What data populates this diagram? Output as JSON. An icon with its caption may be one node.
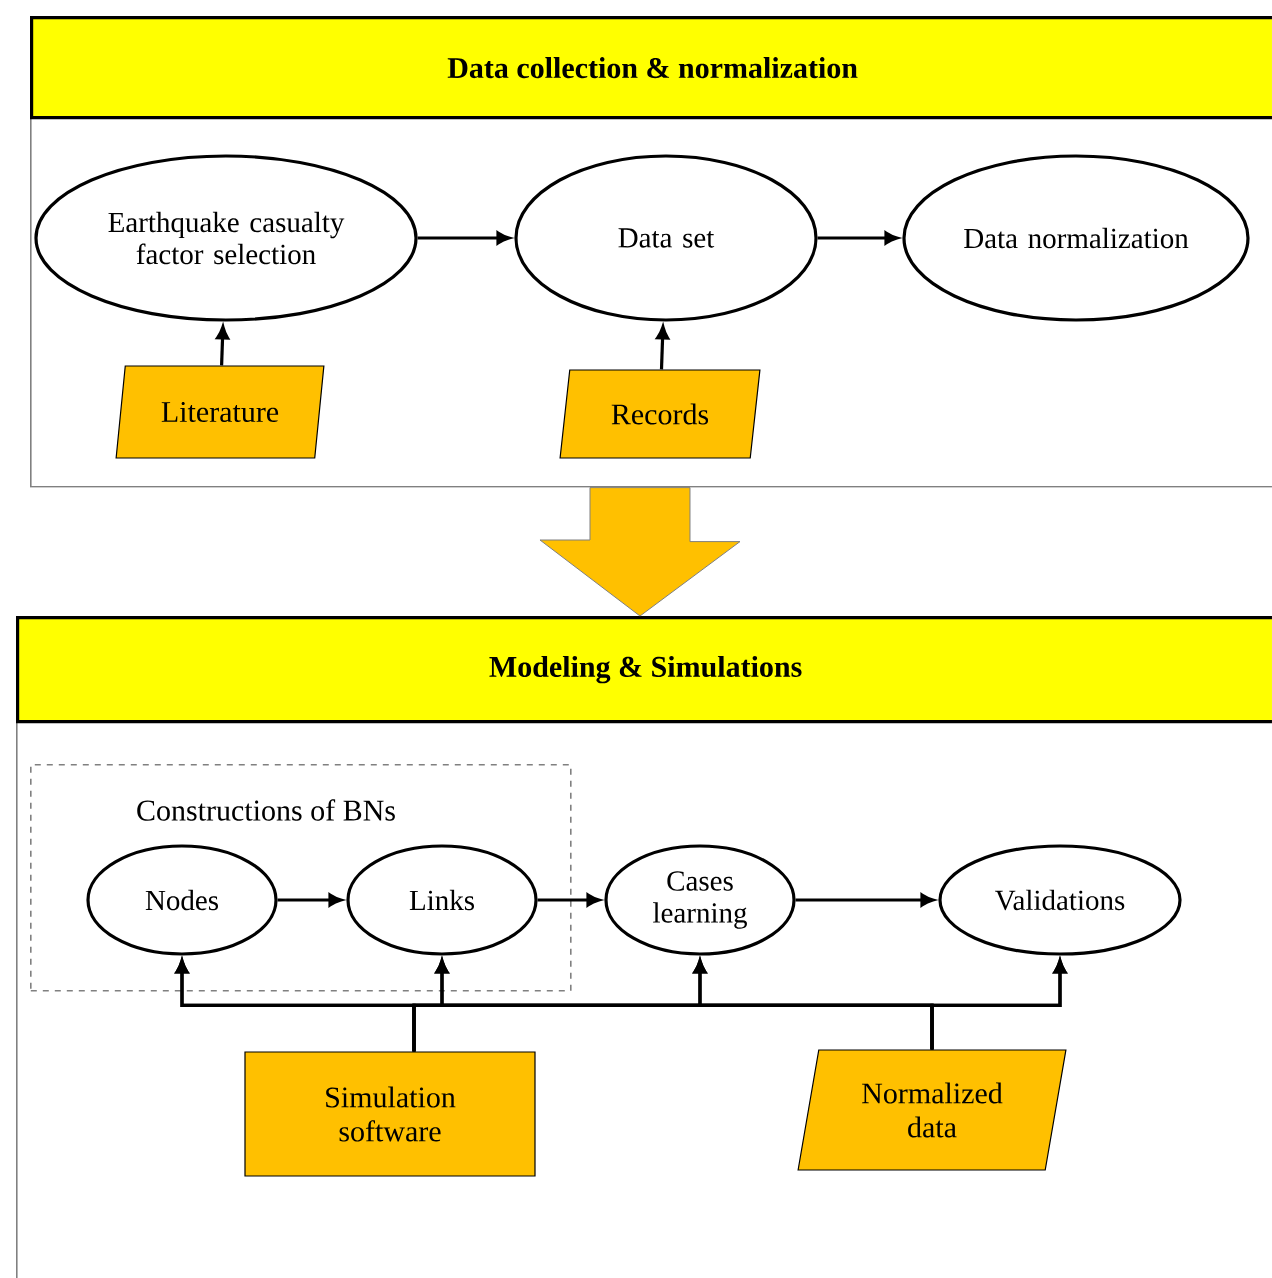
{
  "diagram": {
    "nodes": [
      {
        "text": [
          "Data collection & normalization"
        ]
      },
      {
        "text": [
          "Earthquake casualty factor selection"
        ],
        "in": 0
      },
      {
        "text": [
          "Data set"
        ],
        "in": 0
      },
      {
        "text": [
          "Data normalization"
        ],
        "in": 0
      },
      {
        "text": [
          "Literature"
        ],
        "in": 0
      },
      {
        "text": [
          "Records"
        ],
        "in": 0
      },
      {
        "text": [
          "Modeling & Simulations"
        ]
      },
      {
        "text": [
          "Constructions of BNs"
        ],
        "in": 6
      },
      {
        "text": [
          "Nodes"
        ],
        "in": 7
      },
      {
        "text": [
          "Links"
        ],
        "in": 7
      },
      {
        "text": [
          "Cases learning"
        ],
        "in": 6
      },
      {
        "text": [
          "Validations"
        ],
        "in": 6
      },
      {
        "text": [
          "Simulation software"
        ],
        "in": 6
      },
      {
        "text": [
          "Normalized data"
        ],
        "in": 6
      }
    ],
    "edges": [
      {
        "from": 1,
        "to": 2,
        "arrow": "to"
      },
      {
        "from": 2,
        "to": 3,
        "arrow": "to"
      },
      {
        "from": 4,
        "to": 1,
        "arrow": "to"
      },
      {
        "from": 5,
        "to": 2,
        "arrow": "to"
      },
      {
        "from": 0,
        "to": 6,
        "arrow": "to",
        "style": "thick"
      },
      {
        "from": 8,
        "to": 9,
        "arrow": "to"
      },
      {
        "from": 9,
        "to": 10,
        "arrow": "to"
      },
      {
        "from": 10,
        "to": 11,
        "arrow": "to"
      },
      {
        "from": 12,
        "to": 8,
        "arrow": "to"
      },
      {
        "from": 12,
        "to": 9,
        "arrow": "to"
      },
      {
        "from": 12,
        "to": 10,
        "arrow": "to"
      },
      {
        "from": 12,
        "to": 11,
        "arrow": "to"
      },
      {
        "from": 13,
        "to": 8,
        "arrow": "to"
      },
      {
        "from": 13,
        "to": 9,
        "arrow": "to"
      },
      {
        "from": 13,
        "to": 10,
        "arrow": "to"
      },
      {
        "from": 13,
        "to": 11,
        "arrow": "to"
      }
    ]
  }
}
